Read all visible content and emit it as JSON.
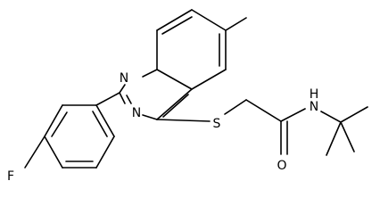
{
  "atoms": {
    "n_top": "N",
    "n_bottom": "N",
    "sulfur": "S",
    "nh": "N",
    "h": "H",
    "oxygen": "O",
    "fluorine": "F"
  }
}
